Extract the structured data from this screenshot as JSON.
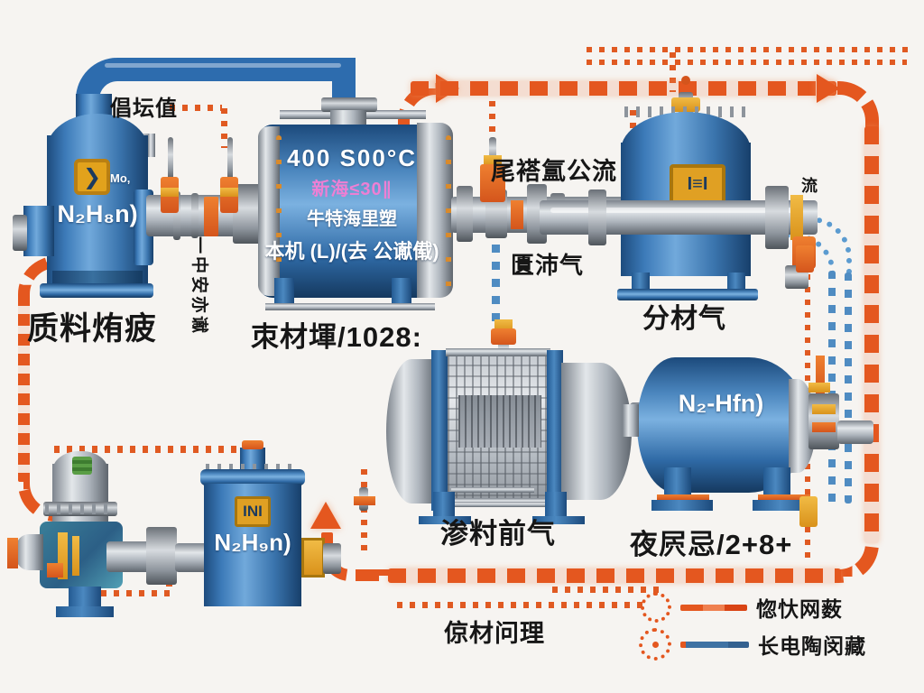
{
  "diagram": {
    "labels": {
      "top_left_note": "倡坛值",
      "vessel1_tag": "N₂H₈n)",
      "vessel1_side_note": "Mo,",
      "vessel1_badge_glyph": "❯",
      "pipe_vertical_note": "一中安亦谳",
      "reactor_line1": "400 S00°C",
      "reactor_line2": "新海≤30∥",
      "reactor_line3": "牛特海里塑",
      "reactor_line4": "本机 (L)/(去 公谳傤)",
      "top_mid_note": "尾褡氲公流",
      "mid_valve_note": "匱沛气",
      "separator_tag": "分材气",
      "separator_plaque": "I≡I",
      "right_small_note": "流",
      "left_section_title": "质料烠疲",
      "center_section_title": "朿材堚/1028:",
      "converter_tag": "渗籿前气",
      "vessel2_tag": "N₂-Hfn)",
      "bottom_right_title": "夜屄忌/2+8+",
      "bottom_center_note": "倞材问理",
      "tank_tag": "N₂H₉n)",
      "tank_plaque": "INI"
    },
    "legend": {
      "items": [
        {
          "symbol": "orange-dotted-circle-orange-line",
          "label": "惚忕网薮"
        },
        {
          "symbol": "orange-dotted-circle-blue-line",
          "label": "长电陶闵藏"
        }
      ]
    },
    "colors": {
      "background": "#f6f4f1",
      "vessel_blue": "#2e6fad",
      "pipe_blue": "#2d6cae",
      "flow_orange": "#e4571f",
      "flow_blue": "#4f8cc2",
      "metal_gray": "#aab2ba",
      "badge_yellow": "#e2a21c",
      "hot_pink": "#ee7fd4",
      "text": "#161616"
    }
  }
}
